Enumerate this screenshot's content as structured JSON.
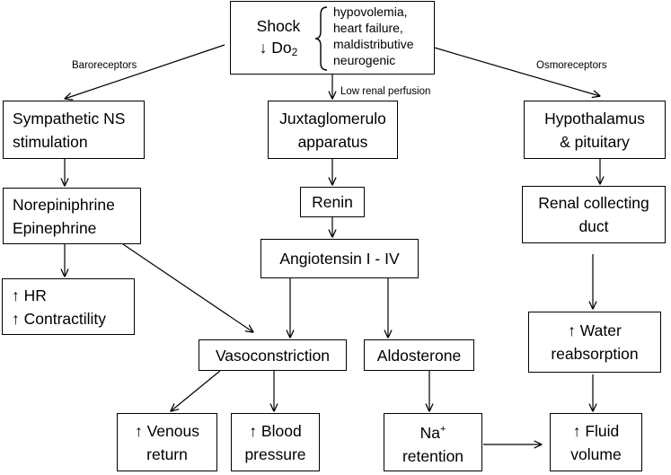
{
  "shock": {
    "title": "Shock",
    "do2": "↓ Do",
    "do2_sub": "2",
    "causes": [
      "hypovolemia,",
      "heart failure,",
      "maldistributive",
      "neurogenic"
    ]
  },
  "labels": {
    "baroreceptors": "Baroreceptors",
    "osmoreceptors": "Osmoreceptors",
    "low_renal_perfusion": "Low renal perfusion"
  },
  "boxes": {
    "sympathetic": [
      "Sympathetic NS",
      "stimulation"
    ],
    "catecholamines": [
      "Norepiniphrine",
      "Epinephrine"
    ],
    "hr_contractility": [
      "↑ HR",
      "↑ Contractility"
    ],
    "juxtaglomerulo": [
      "Juxtaglomerulo",
      "apparatus"
    ],
    "renin": "Renin",
    "angiotensin": "Angiotensin I - IV",
    "vasoconstriction": "Vasoconstriction",
    "aldosterone": "Aldosterone",
    "venous_return": [
      "↑ Venous",
      "return"
    ],
    "blood_pressure": [
      "↑ Blood",
      "pressure"
    ],
    "na_retention": {
      "base": "Na",
      "sup": "+",
      "line2": "retention"
    },
    "hypothalamus": [
      "Hypothalamus",
      "& pituitary"
    ],
    "collecting_duct": [
      "Renal collecting",
      "duct"
    ],
    "water_reabsorption": [
      "↑ Water",
      "reabsorption"
    ],
    "fluid_volume": [
      "↑ Fluid",
      "volume"
    ]
  }
}
